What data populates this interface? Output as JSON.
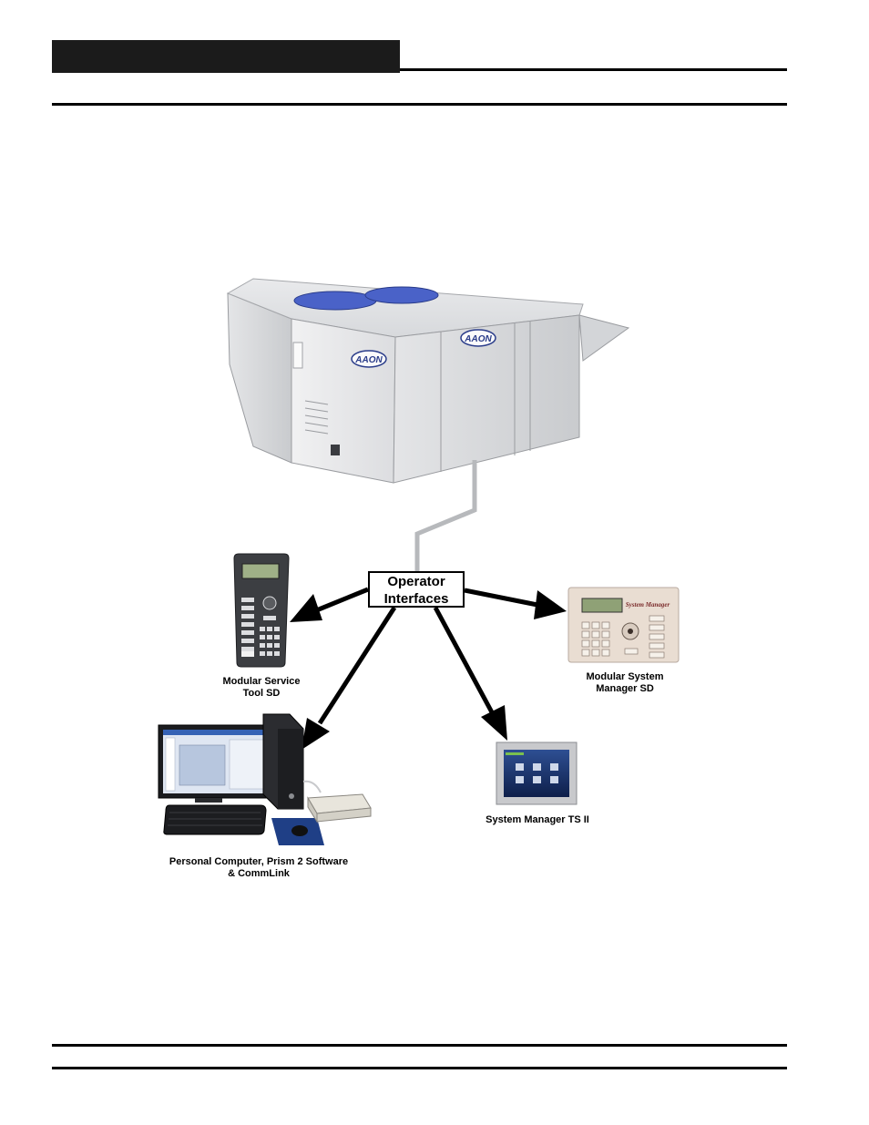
{
  "page": {
    "background": "#ffffff"
  },
  "header": {
    "bar_color": "#1b1b1b"
  },
  "diagram": {
    "unit_logo": "AAON",
    "center_label": [
      "Operator",
      "Interfaces"
    ],
    "devices": {
      "service_tool": {
        "caption": [
          "Modular Service",
          "Tool SD"
        ],
        "icon": "handheld-keypad-icon"
      },
      "system_manager": {
        "caption": [
          "Modular System",
          "Manager SD"
        ],
        "icon": "wall-keypad-icon",
        "logo": "System Manager"
      },
      "touch_screen": {
        "caption": [
          "System Manager TS II"
        ],
        "icon": "touch-screen-icon"
      },
      "computer": {
        "caption": [
          "Personal Computer, Prism 2 Software",
          "& CommLink"
        ],
        "icon": "desktop-computer-icon"
      }
    }
  }
}
